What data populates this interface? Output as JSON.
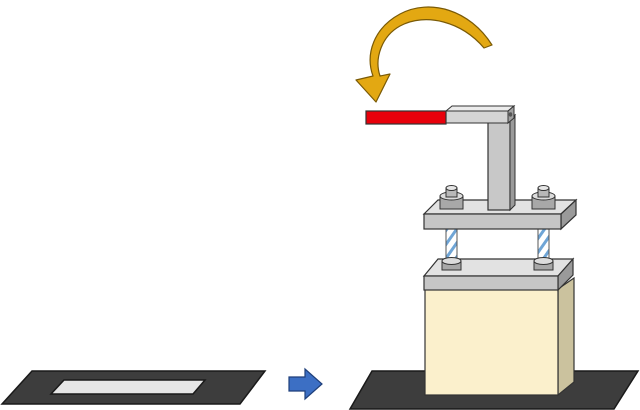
{
  "diagram": {
    "type": "process-illustration",
    "steps": [
      {
        "id": "before",
        "description_visible": false
      },
      {
        "id": "after",
        "description_visible": false
      }
    ],
    "colors": {
      "background": "#ffffff",
      "base_plate": "#3d3d3d",
      "base_plate_edge": "#1a1a1a",
      "specimen": "#e6e6e6",
      "block_front": "#fbf0cc",
      "block_side": "#cbc29e",
      "steel_light": "#d6d6d6",
      "steel_mid": "#b4b4b4",
      "steel_dark": "#8c8c8c",
      "handle": "#e8000b",
      "screw_stripe": "#6fa5d6",
      "rotation_arrow": "#e3a812",
      "process_arrow": "#3c6fc4"
    },
    "icons": {
      "process_arrow": "right-arrow-icon",
      "rotation_arrow": "rotate-counterclockwise-icon"
    }
  }
}
